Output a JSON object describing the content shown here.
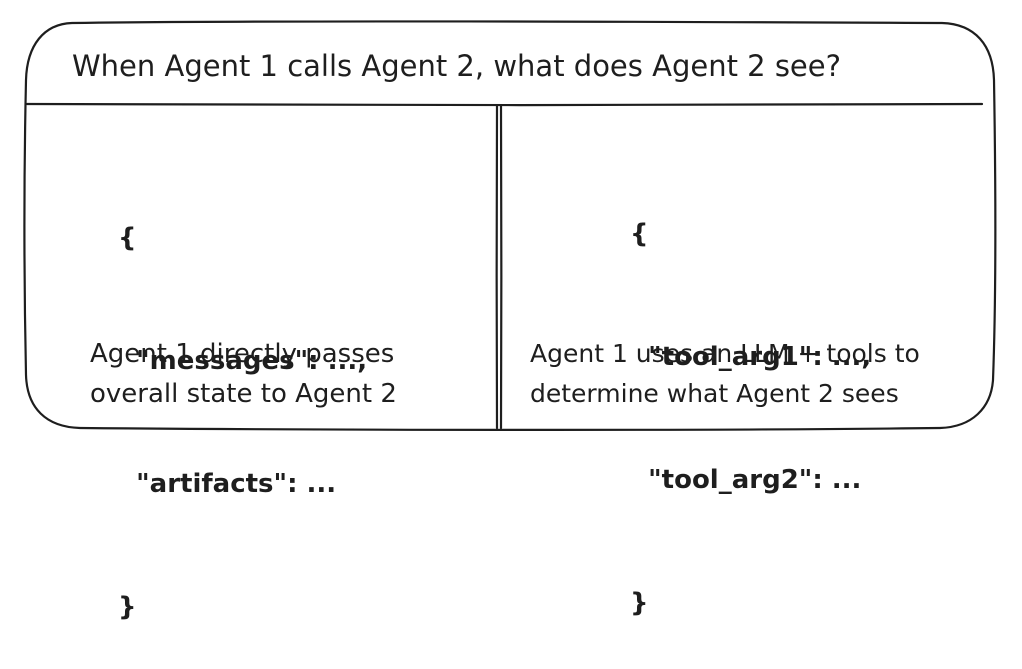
{
  "title": "When Agent 1 calls Agent 2, what does Agent 2 see?",
  "left_panel": {
    "code_lines": [
      "{",
      "  \"messages\": ...,",
      "  \"artifacts\": ...",
      "}"
    ],
    "caption_lines": [
      "Agent 1 directly passes",
      "overall state to Agent 2"
    ]
  },
  "right_panel": {
    "code_lines": [
      "{",
      "  \"tool_arg1\": ...,",
      "  \"tool_arg2\": ...",
      "}"
    ],
    "caption_lines": [
      "Agent 1 uses an LLM + tools to",
      "determine what Agent 2 sees"
    ]
  }
}
